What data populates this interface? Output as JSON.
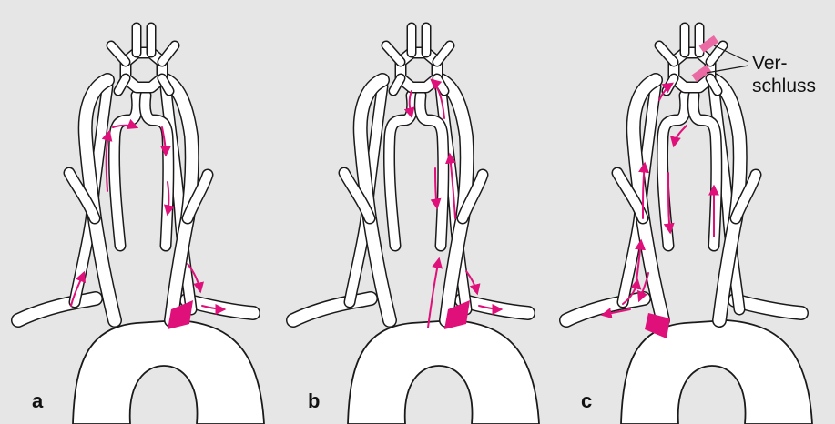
{
  "figure": {
    "panels": [
      {
        "id": "a",
        "label": "a"
      },
      {
        "id": "b",
        "label": "b"
      },
      {
        "id": "c",
        "label": "c"
      }
    ],
    "annotation": {
      "line1": "Ver-",
      "line2": "schluss"
    },
    "colors": {
      "background": "#e6e6e6",
      "vessel": "#ffffff",
      "outline": "#1a1a1a",
      "flow": "#e0107a",
      "stenosis": "#e0107a",
      "occlusion": "#ec6aa4"
    }
  }
}
